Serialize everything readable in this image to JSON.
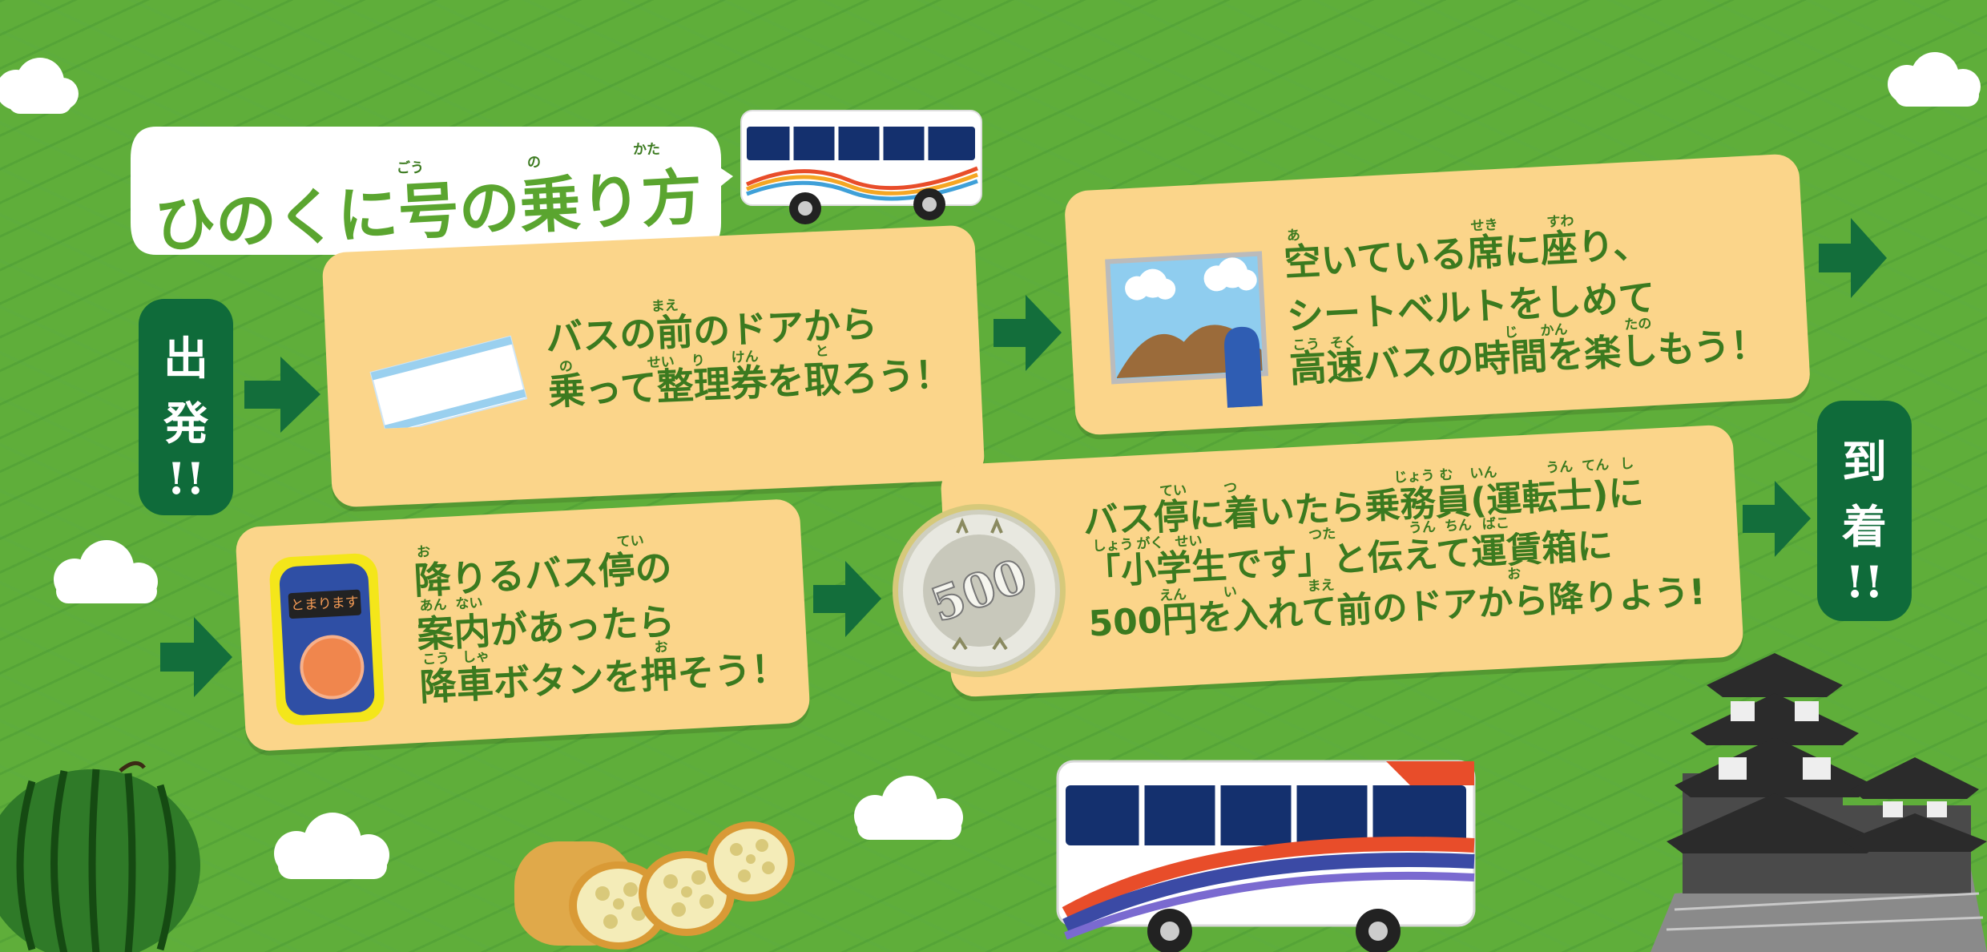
{
  "title": {
    "text": "ひのくに号の乗り方",
    "furigana": [
      "ごう",
      "の",
      "かた"
    ]
  },
  "start_label": [
    "出",
    "発",
    "!!"
  ],
  "arrive_label": [
    "到",
    "着",
    "!!"
  ],
  "steps": [
    {
      "lines": [
        "バスの前のドアから",
        "乗って整理券を取ろう！"
      ],
      "furigana": [
        "まえ",
        "の",
        "せい",
        "り",
        "けん",
        "と"
      ]
    },
    {
      "lines": [
        "空いている席に座り、",
        "シートベルトをしめて",
        "高速バスの時間を楽しもう！"
      ],
      "furigana": [
        "あ",
        "せき",
        "すわ",
        "こう",
        "そく",
        "じ",
        "かん",
        "たの"
      ]
    },
    {
      "lines": [
        "降りるバス停の",
        "案内があったら",
        "降車ボタンを押そう！"
      ],
      "furigana": [
        "お",
        "てい",
        "あん",
        "ない",
        "こう",
        "しゃ",
        "お"
      ],
      "button_label": "とまります"
    },
    {
      "lines": [
        "バス停に着いたら乗務員(運転士)に",
        "「小学生です」と伝えて運賃箱に",
        "500円を入れて前のドアから降りよう!"
      ],
      "furigana": [
        "てい",
        "つ",
        "じょう",
        "む",
        "いん",
        "うん",
        "てん",
        "し",
        "しょう",
        "がく",
        "せい",
        "つた",
        "うん",
        "ちん",
        "ばこ",
        "えん",
        "い",
        "まえ",
        "お"
      ],
      "coin_label": "500"
    }
  ],
  "colors": {
    "background": "#5fae3a",
    "card": "#fbd58a",
    "card_text": "#3b7a1f",
    "arrow": "#136e3b",
    "pill": "#0f6b3a",
    "title_text": "#5aa52f"
  }
}
